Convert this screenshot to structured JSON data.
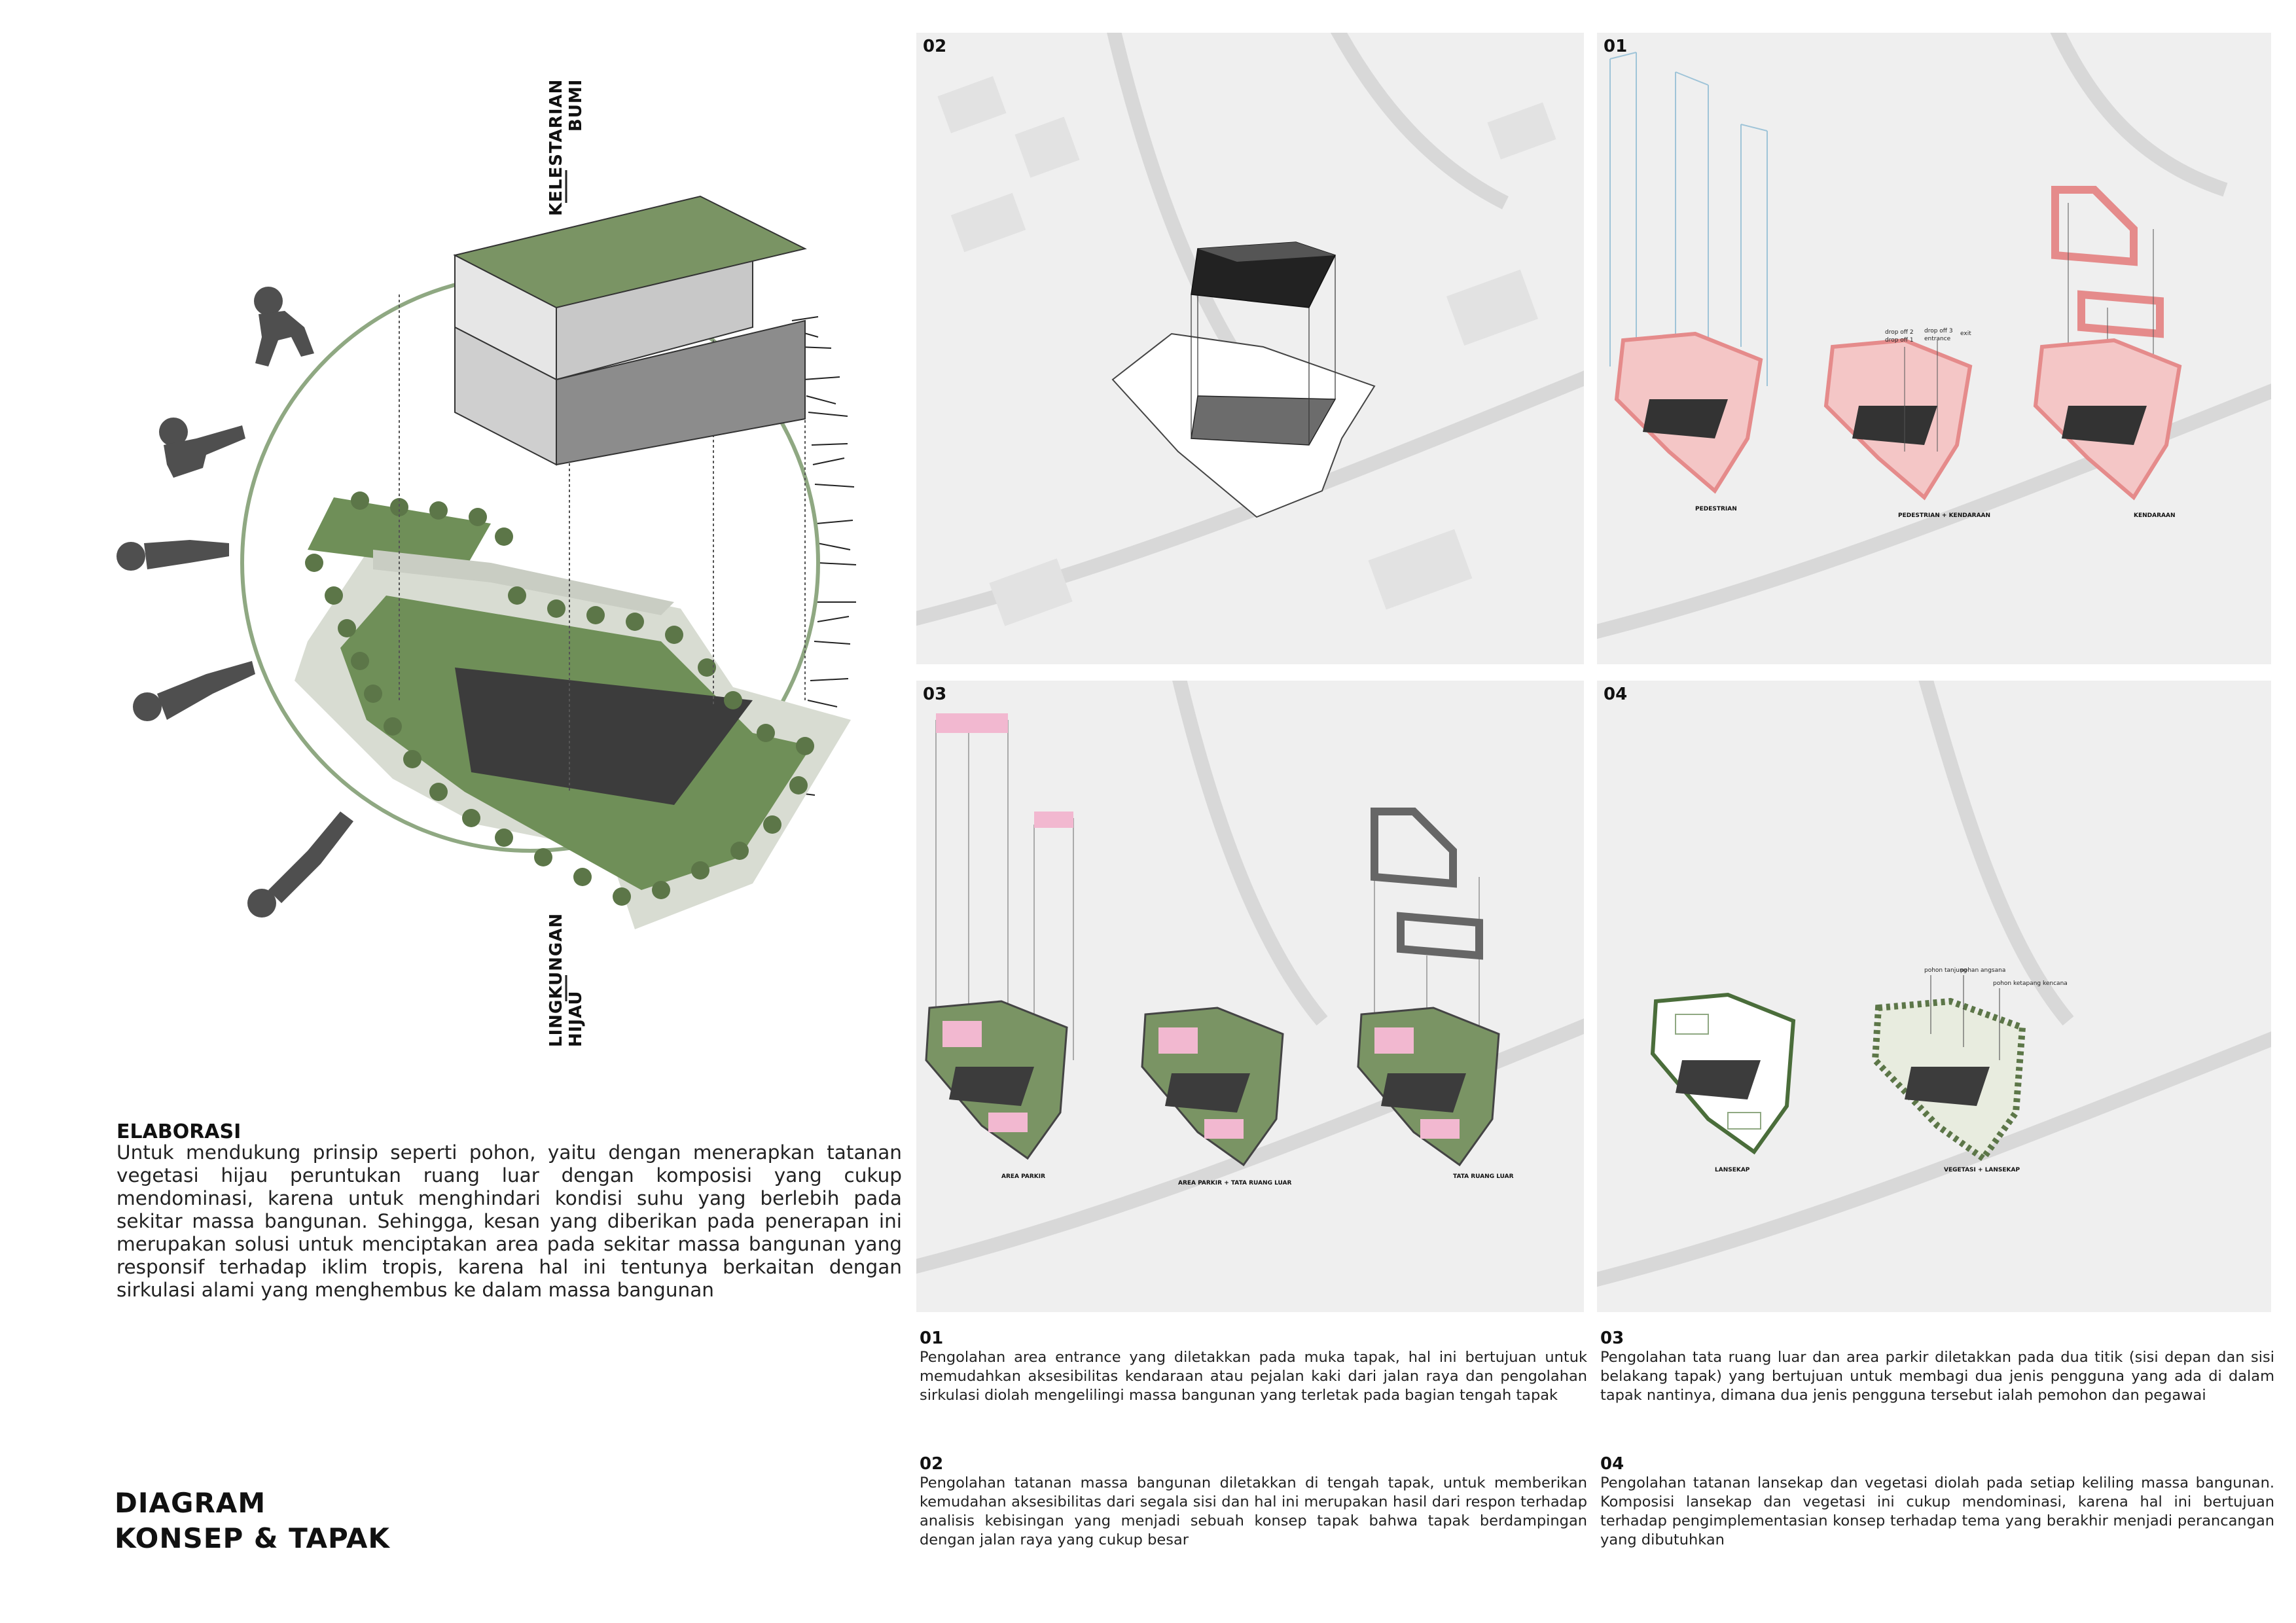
{
  "title": {
    "line1": "DIAGRAM",
    "line2": "KONSEP & TAPAK"
  },
  "concept": {
    "label_top_line1": "KELESTARIAN",
    "label_top_line2": "BUMI",
    "label_bottom_line1": "LINGKUNGAN",
    "label_bottom_line2": "HIJAU",
    "colors": {
      "green": "#7a9464",
      "dark": "#4a4a4a",
      "circle": "#8fa882"
    }
  },
  "elaborasi": {
    "heading": "ELABORASI",
    "body": "Untuk mendukung prinsip seperti pohon, yaitu dengan menerapkan tatanan vegetasi hijau peruntukan ruang luar dengan komposisi yang cukup mendominasi, karena untuk menghindari kondisi suhu yang berlebih pada sekitar massa bangunan. Sehingga, kesan yang diberikan pada penerapan ini merupakan solusi untuk menciptakan area pada sekitar massa bangunan yang responsif terhadap iklim tropis, karena hal ini tentunya berkaitan dengan sirkulasi alami yang menghembus ke dalam massa bangunan"
  },
  "panels": {
    "p02": {
      "number": "02"
    },
    "p01": {
      "number": "01",
      "labels": [
        "PEDESTRIAN",
        "PEDESTRIAN + KENDARAAN",
        "KENDARAAN"
      ],
      "notes": [
        "drop off 2",
        "drop off 1",
        "drop off 3",
        "entrance",
        "exit"
      ]
    },
    "p03": {
      "number": "03",
      "labels": [
        "AREA PARKIR",
        "AREA PARKIR + TATA RUANG LUAR",
        "TATA RUANG LUAR"
      ]
    },
    "p04": {
      "number": "04",
      "labels": [
        "LANSEKAP",
        "VEGETASI + LANSEKAP"
      ],
      "notes": [
        "pohon tanjung",
        "pohan angsana",
        "pohon ketapang kencana"
      ]
    }
  },
  "descriptions": [
    {
      "number": "01",
      "text": "Pengolahan area entrance yang diletakkan pada muka tapak, hal ini bertujuan untuk memudahkan aksesibilitas kendaraan atau pejalan kaki dari jalan raya dan pengolahan sirkulasi diolah mengelilingi massa bangunan yang terletak pada bagian tengah tapak"
    },
    {
      "number": "02",
      "text": "Pengolahan tatanan massa bangunan diletakkan di tengah tapak, untuk memberikan kemudahan aksesibilitas dari segala sisi dan hal ini merupakan hasil dari respon terhadap analisis kebisingan yang menjadi sebuah konsep tapak bahwa tapak berdampingan dengan jalan raya yang cukup besar"
    },
    {
      "number": "03",
      "text": "Pengolahan tata ruang luar dan area parkir diletakkan pada dua titik (sisi depan dan sisi belakang tapak) yang bertujuan untuk membagi dua jenis pengguna yang ada di dalam tapak nantinya, dimana dua jenis pengguna tersebut ialah pemohon dan pegawai"
    },
    {
      "number": "04",
      "text": "Pengolahan tatanan lansekap dan vegetasi diolah pada setiap keliling massa bangunan. Komposisi lansekap dan vegetasi ini cukup mendominasi, karena hal ini bertujuan terhadap pengimplementasian konsep terhadap tema yang berakhir menjadi perancangan yang dibutuhkan"
    }
  ]
}
